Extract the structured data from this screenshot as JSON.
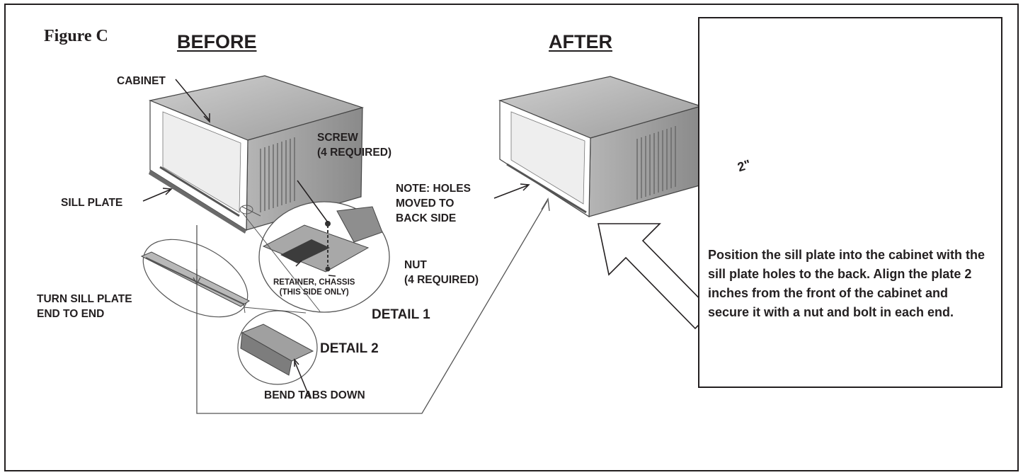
{
  "figure": {
    "title": "Figure   C",
    "before_heading": "BEFORE",
    "after_heading": "AFTER"
  },
  "labels": {
    "cabinet": "CABINET",
    "screw_line1": "SCREW",
    "screw_line2": "(4 REQUIRED)",
    "sill_plate": "SILL PLATE",
    "note_line1": "NOTE:  HOLES",
    "note_line2": "MOVED TO",
    "note_line3": "BACK SIDE",
    "nut_line1": "NUT",
    "nut_line2": "(4 REQUIRED)",
    "retainer_line1": "RETAINER, CHASSIS",
    "retainer_line2": "(THIS SIDE ONLY)",
    "turn_line1": "TURN SILL PLATE",
    "turn_line2": "END TO END",
    "detail1": "DETAIL 1",
    "detail2": "DETAIL 2",
    "bend_tabs": "BEND TABS DOWN",
    "dimension": "2\""
  },
  "instruction": "Position the sill plate into the cabinet with the sill plate holes to the back.  Align the plate 2 inches  from the front of the cabinet and secure it with a nut and bolt in each end."
}
